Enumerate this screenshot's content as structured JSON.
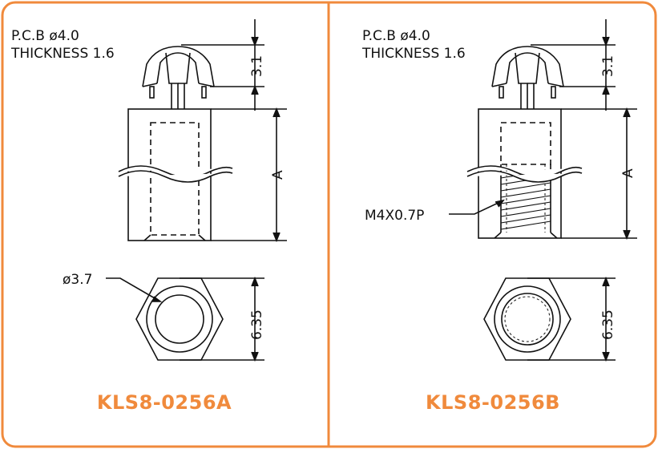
{
  "colors": {
    "border": "#f08a3c",
    "line": "#111111",
    "label": "#f08a3c"
  },
  "panels": [
    {
      "pcb_line1": "P.C.B  ø4.0",
      "pcb_line2": "THICKNESS  1.6",
      "dim_clip": "3.1",
      "dim_height": "A",
      "dim_hex": "6.35",
      "hole_label": "ø3.7",
      "model": "KLS8-0256A"
    },
    {
      "pcb_line1": "P.C.B  ø4.0",
      "pcb_line2": "THICKNESS  1.6",
      "dim_clip": "3.1",
      "dim_height": "A",
      "dim_hex": "6.35",
      "thread_label": "M4X0.7P",
      "model": "KLS8-0256B"
    }
  ]
}
